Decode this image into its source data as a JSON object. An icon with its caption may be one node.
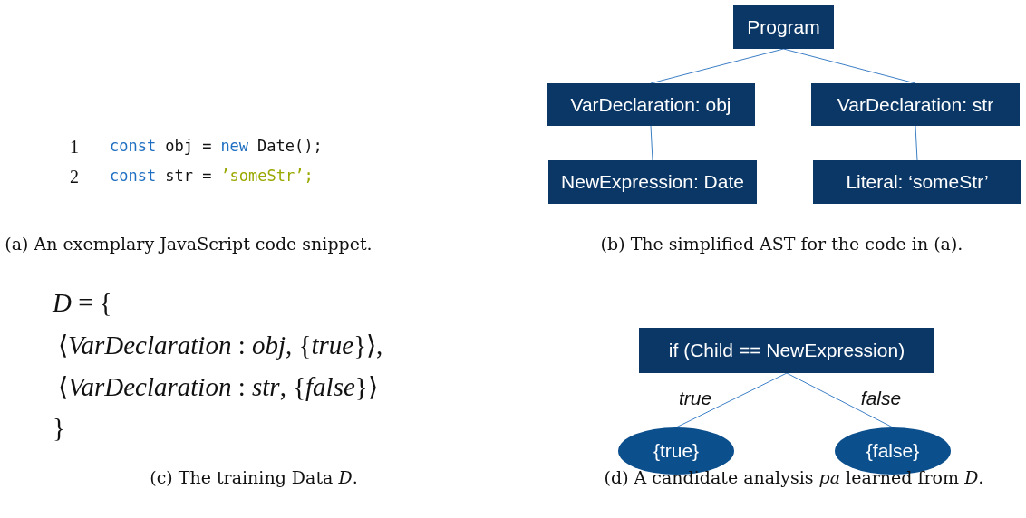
{
  "diagram": {
    "nodes": [
      {
        "text": [
          "Program"
        ]
      },
      {
        "text": [
          "VarDeclaration: obj"
        ]
      },
      {
        "text": [
          "NewExpression: Date"
        ]
      },
      {
        "text": [
          "VarDeclaration: str"
        ]
      },
      {
        "text": [
          "Literal: ‘someStr’"
        ]
      },
      {
        "text": [
          "if (Child == NewExpression)"
        ]
      },
      {
        "text": [
          "{true}"
        ]
      },
      {
        "text": [
          "{false}"
        ]
      }
    ],
    "edges": [
      {
        "from": 0,
        "to": 1,
        "arrow": "none"
      },
      {
        "from": 1,
        "to": 2,
        "arrow": "none"
      },
      {
        "from": 0,
        "to": 3,
        "arrow": "none"
      },
      {
        "from": 3,
        "to": 4,
        "arrow": "none"
      },
      {
        "from": 5,
        "to": 6,
        "arrow": "none",
        "label": "true"
      },
      {
        "from": 5,
        "to": 7,
        "arrow": "none",
        "label": "false"
      }
    ],
    "labels": [
      "1",
      "const",
      "obj =",
      "new",
      "Date();",
      "2",
      "const",
      "str =",
      "’someStr’;",
      "(a) An exemplary JavaScript code snippet.",
      "(b) The simplified AST for the code in (a).",
      "*D* = {",
      "⟨*VarDeclaration* : *obj*, {*true*}⟩,",
      "⟨*VarDeclaration* : *str*, {*false*}⟩",
      "}",
      "(c) The training Data *D*.",
      "(d) A candidate analysis *pa* learned from *D*."
    ]
  }
}
